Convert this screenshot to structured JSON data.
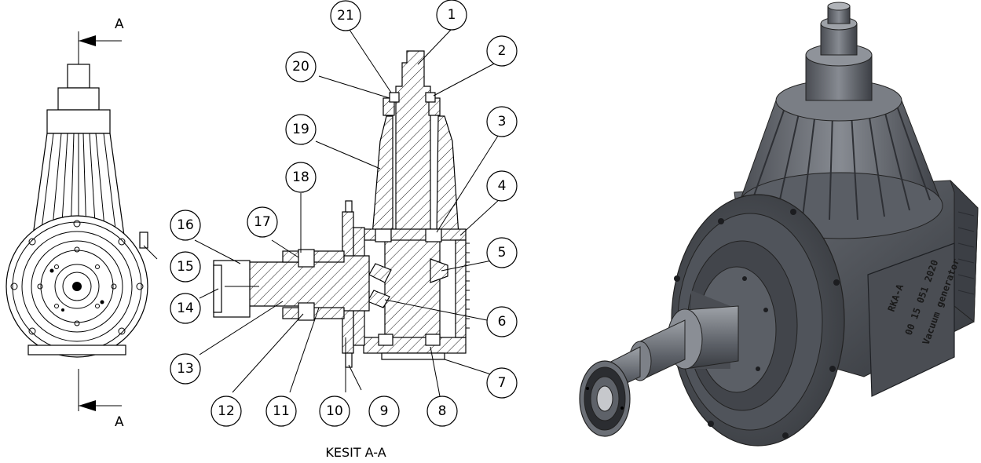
{
  "section_title": "KESIT A-A",
  "section_marks": {
    "top": "A",
    "bottom": "A"
  },
  "balloons": [
    "1",
    "2",
    "3",
    "4",
    "5",
    "6",
    "7",
    "8",
    "9",
    "10",
    "11",
    "12",
    "13",
    "14",
    "15",
    "16",
    "17",
    "18",
    "19",
    "20",
    "21"
  ],
  "nameplate_lines": [
    "RKA-A",
    "00 15 051 2020",
    "Vacuum generator"
  ],
  "colors": {
    "line": "#000000",
    "render_dark": "#3a3d42",
    "render_mid": "#6b6f76",
    "render_light": "#9ea2a8"
  }
}
